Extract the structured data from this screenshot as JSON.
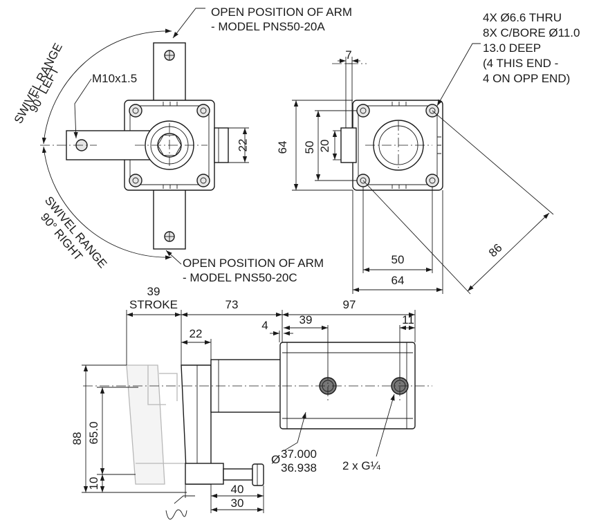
{
  "top_left_view": {
    "label_open_a_line1": "OPEN POSITION OF ARM",
    "label_open_a_line2": "- MODEL PNS50-20A",
    "label_open_c_line1": "OPEN POSITION OF ARM",
    "label_open_c_line2": "- MODEL PNS50-20C",
    "thread_label": "M10x1.5",
    "swivel_left_line1": "SWIVEL RANGE",
    "swivel_left_line2": "90° LEFT",
    "swivel_right_line1": "SWIVEL RANGE",
    "swivel_right_line2": "90° RIGHT",
    "dim_22": "22"
  },
  "top_right_view": {
    "dim_7": "7",
    "dim_64_vertical": "64",
    "dim_50_vertical": "50",
    "dim_20": "20",
    "dim_50_horizontal": "50",
    "dim_64_horizontal": "64",
    "dim_86": "86",
    "note_line1": "4X Ø6.6 THRU",
    "note_line2": "8X C/BORE Ø11.0",
    "note_line3": "13.0 DEEP",
    "note_line4": "(4 THIS END -",
    "note_line5": "4 ON OPP END)"
  },
  "side_view": {
    "dim_39_stroke": "39",
    "stroke_label": "STROKE",
    "dim_73": "73",
    "dim_97": "97",
    "dim_22": "22",
    "dim_4": "4",
    "dim_39": "39",
    "dim_11": "11",
    "dim_88": "88",
    "dim_65": "65.0",
    "dim_10": "10",
    "dim_40": "40",
    "dim_30": "30",
    "bore_upper": "37.000",
    "bore_lower": "36.938",
    "diameter_symbol": "Ø",
    "port_label": "2 x G¼"
  }
}
